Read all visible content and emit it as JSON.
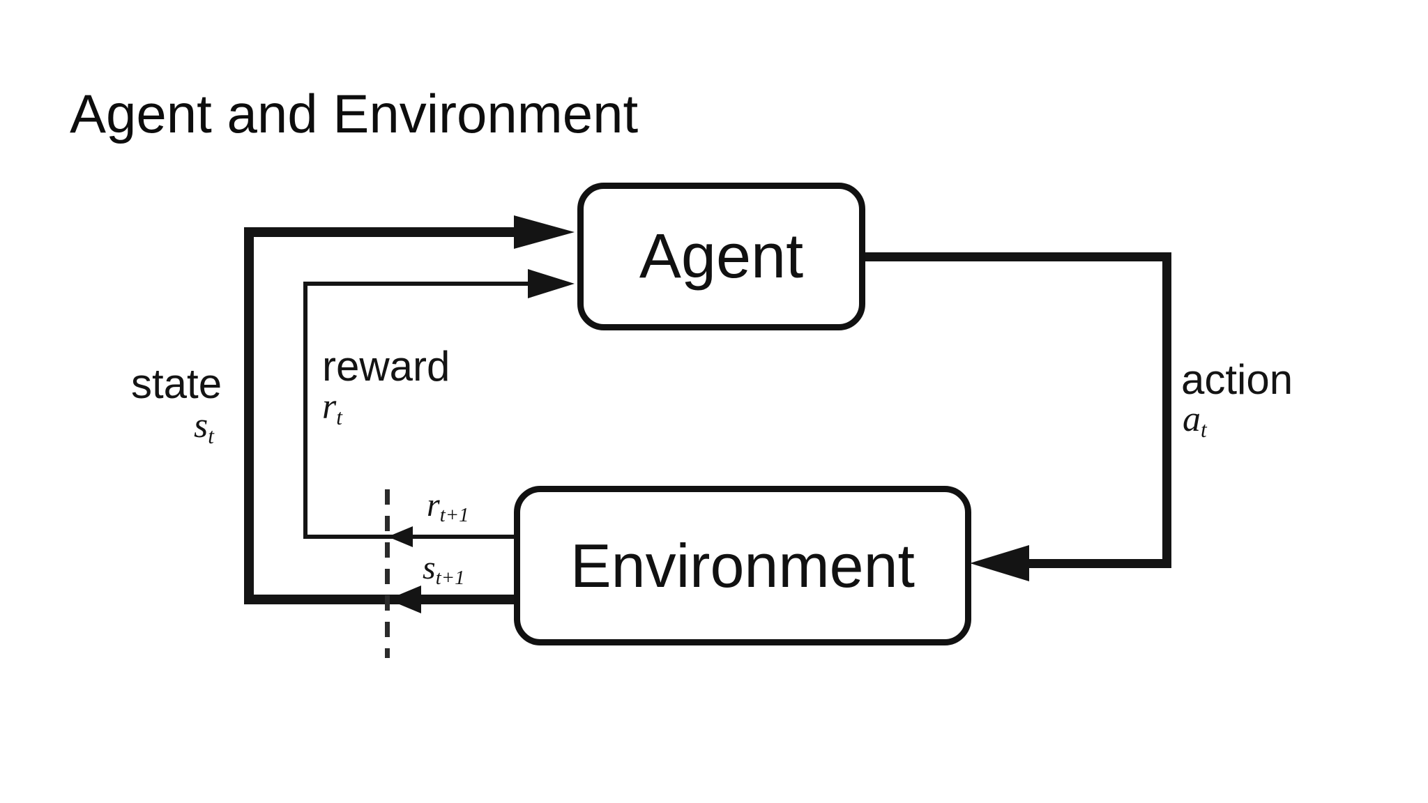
{
  "title": "Agent and Environment",
  "colors": {
    "ink": "#141414",
    "background": "#ffffff"
  },
  "nodes": {
    "agent": {
      "label": "Agent"
    },
    "environment": {
      "label": "Environment"
    }
  },
  "signals": {
    "state": {
      "name": "state",
      "symbol": "s",
      "subscript": "t"
    },
    "reward": {
      "name": "reward",
      "symbol": "r",
      "subscript": "t"
    },
    "action": {
      "name": "action",
      "symbol": "a",
      "subscript": "t"
    },
    "next_reward": {
      "symbol": "r",
      "subscript": "t+1"
    },
    "next_state": {
      "symbol": "s",
      "subscript": "t+1"
    }
  }
}
